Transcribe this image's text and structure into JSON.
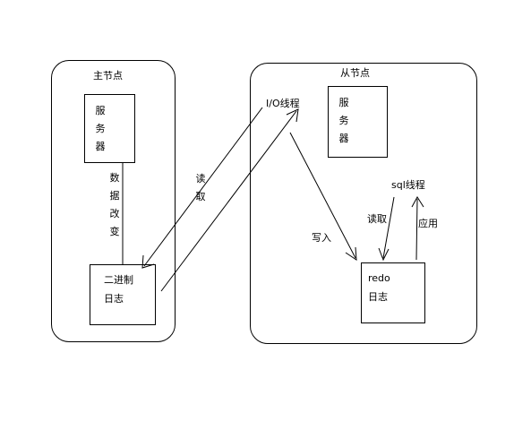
{
  "master": {
    "title": "主节点",
    "server_chars": [
      "服",
      "务",
      "器"
    ],
    "data_change_chars": [
      "数",
      "据",
      "改",
      "变"
    ],
    "binlog_line1": "二进制",
    "binlog_line2": "日志"
  },
  "slave": {
    "title": "从节点",
    "server_chars": [
      "服",
      "务",
      "器"
    ],
    "io_thread": "I/O线程",
    "write_label": "写入",
    "redo_line1": "redo",
    "redo_line2": "日志",
    "sql_thread": "sql线程",
    "read_label": "读取",
    "apply_label": "应用"
  },
  "link": {
    "read_chars": [
      "读",
      "取"
    ]
  }
}
